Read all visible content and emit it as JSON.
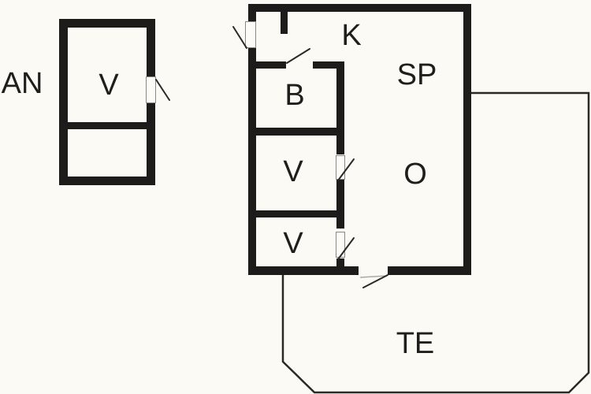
{
  "plan": {
    "type": "floor-plan",
    "colors": {
      "background": "#fbfaf5",
      "wall": "#1d1c1a",
      "line": "#2a2927",
      "label": "#1f1e1c",
      "leaf_fill": "#fcfbf7",
      "leaf_border": "#8a8883",
      "faint_line": "#aba9a3"
    },
    "annexe": {
      "label": "AN",
      "room_label": "V"
    },
    "main_house": {
      "kitchen_label": "K",
      "sp_label": "SP",
      "bathroom_label": "B",
      "bedroom_upper_label": "V",
      "bedroom_lower_label": "V",
      "living_label": "O"
    },
    "terrace": {
      "label": "TE"
    }
  }
}
